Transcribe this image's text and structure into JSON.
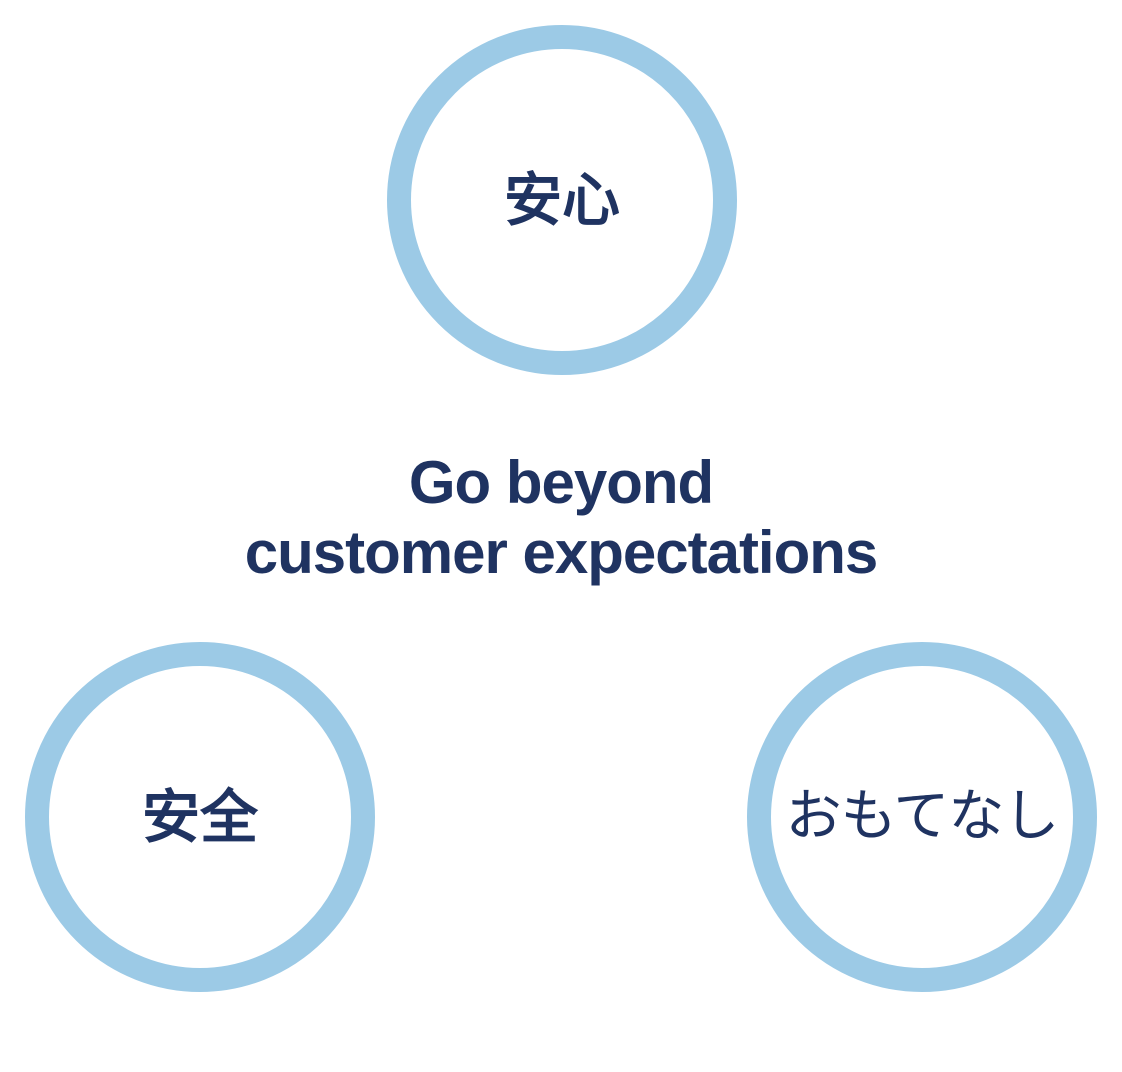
{
  "colors": {
    "ring": "#9ccae6",
    "text": "#1f3361",
    "background": "#ffffff"
  },
  "diagram": {
    "center": {
      "line1": "Go beyond",
      "line2": "customer expectations"
    },
    "nodes": [
      {
        "id": "top",
        "label": "安心"
      },
      {
        "id": "left",
        "label": "安全"
      },
      {
        "id": "right",
        "label": "おもてなし"
      }
    ]
  }
}
